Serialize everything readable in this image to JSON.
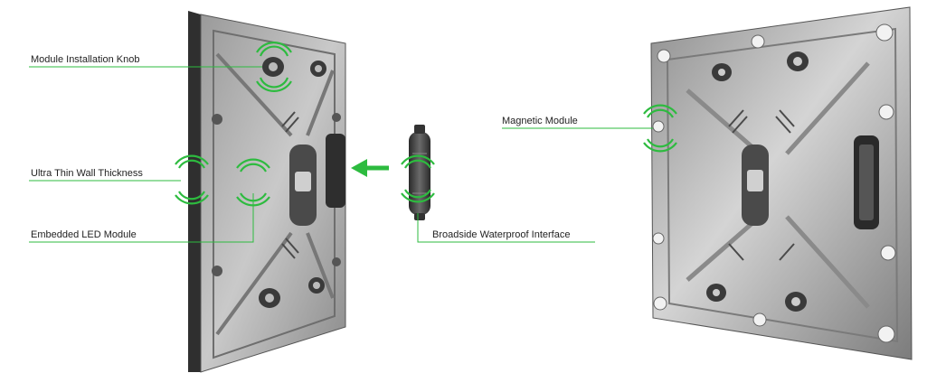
{
  "labels": {
    "installation_knob": "Module Installation Knob",
    "thin_wall": "Ultra Thin Wall Thickness",
    "embedded_led": "Embedded LED Module",
    "waterproof_interface": "Broadside Waterproof Interface",
    "magnetic_module": "Magnetic Module"
  },
  "colors": {
    "accent_green": "#2dbb3f",
    "cabinet_dark": "#3d3d3d",
    "cabinet_face": "#8c8c8c",
    "cabinet_face_light": "#b8b8b8",
    "background": "#ffffff"
  },
  "icons": {
    "arrow": "left-arrow-icon",
    "highlight": "highlight-ring-icon"
  }
}
